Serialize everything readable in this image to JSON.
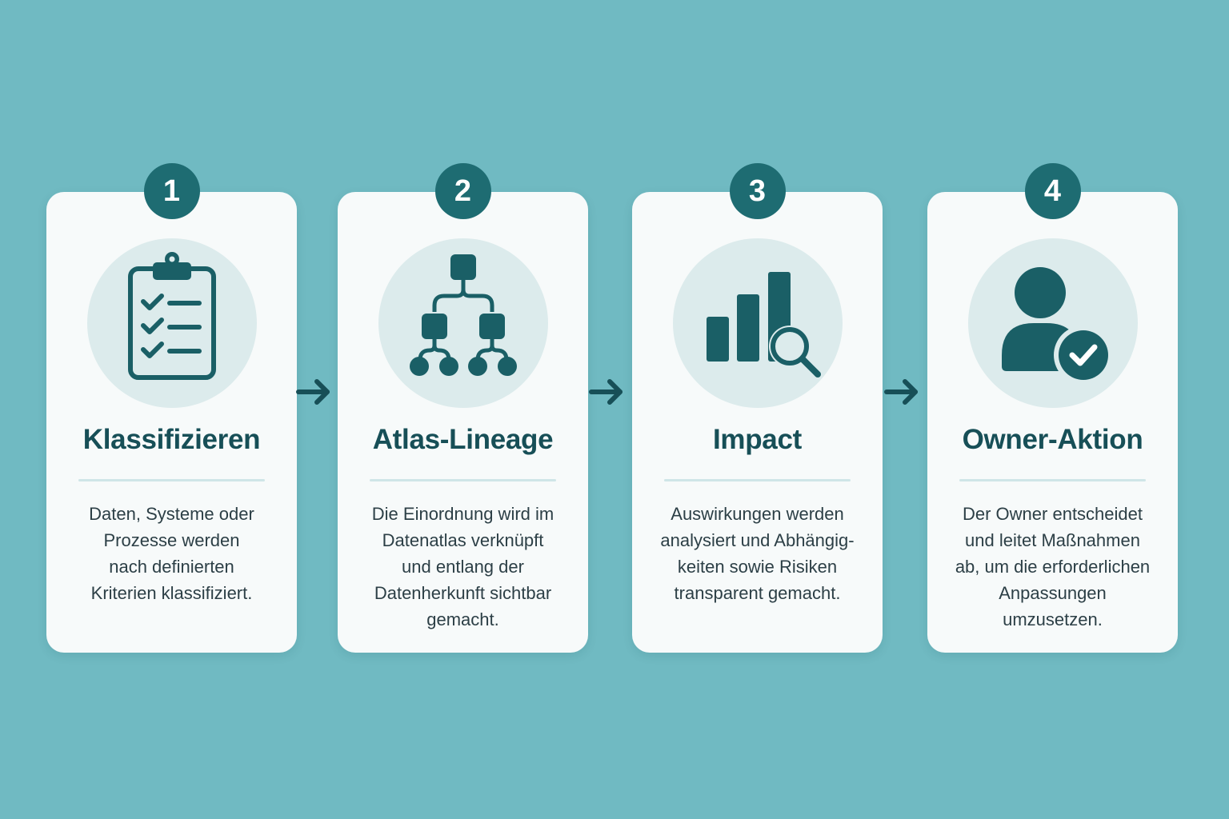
{
  "colors": {
    "background": "#70BAC2",
    "card": "#F7FAFA",
    "accent": "#1E6C72",
    "icon_dark": "#1A5F66",
    "icon_circle": "#DCEBEC",
    "title_text": "#174F57",
    "body_text": "#2C3F46"
  },
  "steps": [
    {
      "number": "1",
      "title": "Klassifizieren",
      "icon": "clipboard-checklist-icon",
      "lines": [
        "Daten, Systeme oder",
        "Prozesse werden",
        "nach definierten",
        "Kriterien klassifiziert."
      ]
    },
    {
      "number": "2",
      "title": "Atlas-Lineage",
      "icon": "hierarchy-tree-icon",
      "lines": [
        "Die Einordnung wird im",
        "Datenatlas verknüpft",
        "und entlang der",
        "Datenherkunft sichtbar",
        "gemacht."
      ]
    },
    {
      "number": "3",
      "title": "Impact",
      "icon": "bar-chart-magnifier-icon",
      "lines": [
        "Auswirkungen werden",
        "analysiert und Abhängig-",
        "keiten sowie Risiken",
        "transparent gemacht."
      ]
    },
    {
      "number": "4",
      "title": "Owner-Aktion",
      "icon": "user-check-icon",
      "lines": [
        "Der Owner entscheidet",
        "und leitet Maßnahmen",
        "ab, um die erforderlichen",
        "Anpassungen",
        "umzusetzen."
      ]
    }
  ],
  "connectors": [
    "arrow-right-icon",
    "arrow-right-icon",
    "arrow-right-icon"
  ]
}
